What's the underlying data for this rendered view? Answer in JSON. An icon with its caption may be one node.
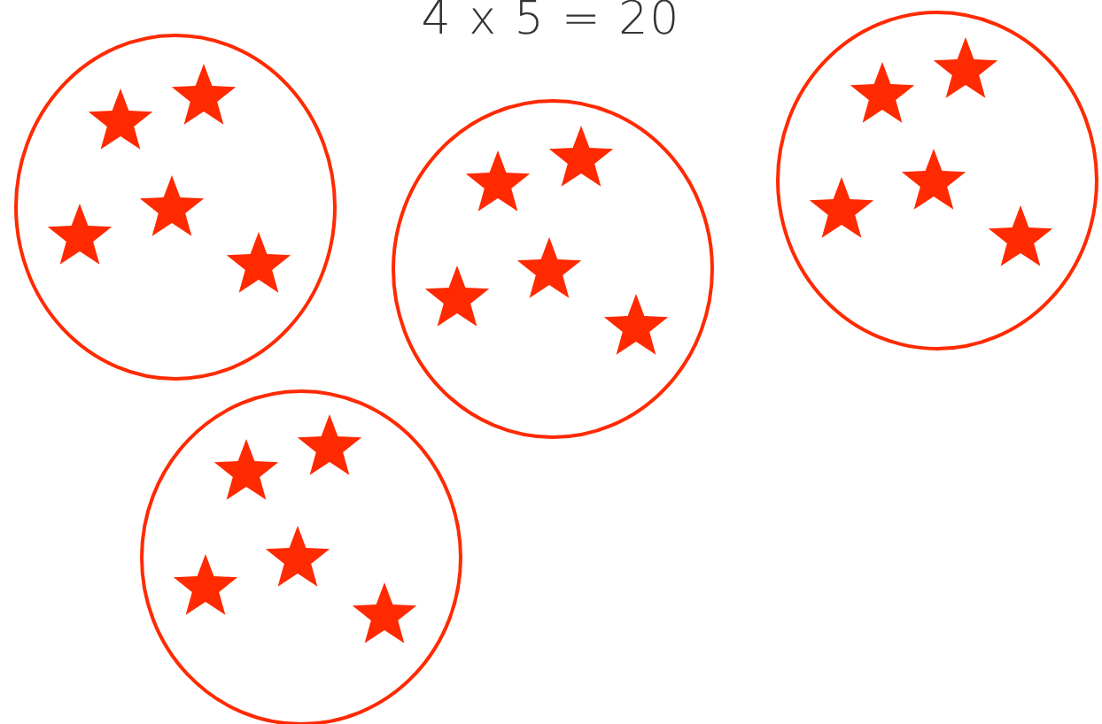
{
  "diagram": {
    "title": "4 x 5 = 20",
    "nodes": [
      {
        "text": [],
        "shape": "circle"
      },
      {
        "text": [],
        "shape": "star",
        "in": 0
      },
      {
        "text": [],
        "shape": "star",
        "in": 0
      },
      {
        "text": [],
        "shape": "star",
        "in": 0
      },
      {
        "text": [],
        "shape": "star",
        "in": 0
      },
      {
        "text": [],
        "shape": "star",
        "in": 0
      },
      {
        "text": [],
        "shape": "circle"
      },
      {
        "text": [],
        "shape": "star",
        "in": 6
      },
      {
        "text": [],
        "shape": "star",
        "in": 6
      },
      {
        "text": [],
        "shape": "star",
        "in": 6
      },
      {
        "text": [],
        "shape": "star",
        "in": 6
      },
      {
        "text": [],
        "shape": "star",
        "in": 6
      },
      {
        "text": [],
        "shape": "circle"
      },
      {
        "text": [],
        "shape": "star",
        "in": 12
      },
      {
        "text": [],
        "shape": "star",
        "in": 12
      },
      {
        "text": [],
        "shape": "star",
        "in": 12
      },
      {
        "text": [],
        "shape": "star",
        "in": 12
      },
      {
        "text": [],
        "shape": "star",
        "in": 12
      },
      {
        "text": [],
        "shape": "circle"
      },
      {
        "text": [],
        "shape": "star",
        "in": 18
      },
      {
        "text": [],
        "shape": "star",
        "in": 18
      },
      {
        "text": [],
        "shape": "star",
        "in": 18
      },
      {
        "text": [],
        "shape": "star",
        "in": 18
      },
      {
        "text": [],
        "shape": "star",
        "in": 18
      }
    ]
  }
}
